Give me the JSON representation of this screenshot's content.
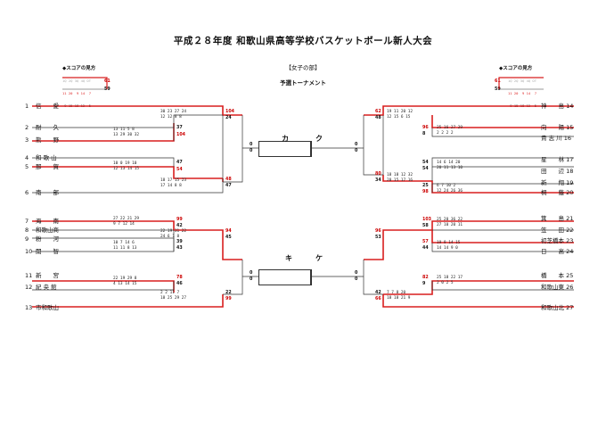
{
  "header": {
    "title": "平成２８年度 和歌山県高等学校バスケットボール新人大会",
    "division": "【女子の部】",
    "round": "予選トーナメント"
  },
  "legend": {
    "title": "◆スコアの見方",
    "row1": "1Q 2Q 3Q 4Q OT",
    "row2": "11 20  9 14  7",
    "row3": " 9 15 18 12  5",
    "tot_top": "61",
    "tot_bottom": "59"
  },
  "left_teams": [
    {
      "num": "1",
      "name": "信　　愛"
    },
    {
      "num": "2",
      "name": "耐　　久"
    },
    {
      "num": "3",
      "name": "熊　　野"
    },
    {
      "num": "4",
      "name": "和 歌 山"
    },
    {
      "num": "5",
      "name": "那　　賀"
    },
    {
      "num": "6",
      "name": "南　　部"
    },
    {
      "num": "7",
      "name": "海　　南"
    },
    {
      "num": "8",
      "name": "和歌山商"
    },
    {
      "num": "9",
      "name": "粉　　河"
    },
    {
      "num": "10",
      "name": "開　　智"
    },
    {
      "num": "11",
      "name": "新　　宮"
    },
    {
      "num": "12",
      "name": "紀 央 館"
    },
    {
      "num": "13",
      "name": "市和歌山"
    }
  ],
  "right_teams": [
    {
      "num": "14",
      "name": "神　　島"
    },
    {
      "num": "15",
      "name": "向　　陽"
    },
    {
      "num": "16",
      "name": "貴 志 川"
    },
    {
      "num": "17",
      "name": "星　　林"
    },
    {
      "num": "18",
      "name": "田　　辺"
    },
    {
      "num": "19",
      "name": "新　　翔"
    },
    {
      "num": "20",
      "name": "桐　　蔭"
    },
    {
      "num": "21",
      "name": "箕　　島"
    },
    {
      "num": "22",
      "name": "笠　　田"
    },
    {
      "num": "23",
      "name": "初芝橋本"
    },
    {
      "num": "24",
      "name": "日　　高"
    },
    {
      "num": "25",
      "name": "橋　　本"
    },
    {
      "num": "26",
      "name": "和歌山東"
    },
    {
      "num": "27",
      "name": "和歌山北"
    }
  ],
  "groups": {
    "top_left": "カ",
    "top_right": "ク",
    "bottom_left": "キ",
    "bottom_right": "ケ"
  },
  "games": [
    {
      "id": "L-2v3",
      "q1": "13 11  5  8",
      "q2": "13 29 30 32",
      "t1": "37",
      "t2": "104"
    },
    {
      "id": "L-1v3",
      "q1": "30 23 27 24",
      "q2": "12 12  8  8",
      "t1": "104",
      "t2": "24"
    },
    {
      "id": "L-4v5",
      "q1": "10  0 19 10",
      "q2": "12 13 14 15",
      "t1": "47",
      "t2": "54"
    },
    {
      "id": "L-5v6",
      "q1": "18 17 15 23",
      "q2": "17 14  8  8",
      "t1": "48",
      "t2": "47"
    },
    {
      "id": "L-7v8",
      "q1": "27 22 21 29",
      "q2": " 9  7 12 14",
      "t1": "99",
      "t2": "42"
    },
    {
      "id": "L-9v10",
      "q1": "10  7 14  6",
      "q2": "11 11  8 13",
      "t1": "39",
      "t2": "43"
    },
    {
      "id": "L-7v10",
      "q1": "22 19 31 22",
      "q2": "24  6  1  8",
      "t1": "94",
      "t2": "45"
    },
    {
      "id": "L-11v12",
      "q1": "22 19 29  8",
      "q2": " 4 13 14 15",
      "t1": "78",
      "t2": "46"
    },
    {
      "id": "L-11v13",
      "q1": " 2  2 11  7",
      "q2": "18 25 29 27",
      "t1": "22",
      "t2": "99"
    },
    {
      "id": "R-14v16",
      "q1": "19 11 20 12",
      "q2": "12 15  6 15",
      "t1": "62",
      "t2": "48"
    },
    {
      "id": "R-15v16",
      "q1": "25 16 27 29",
      "q2": " 2  2  2  2",
      "t1": "96",
      "t2": "8"
    },
    {
      "id": "R-17v18",
      "q1": "14  6 14 20",
      "q2": "20 11 13 10",
      "t1": "54",
      "t2": "54"
    },
    {
      "id": "R-19v20",
      "q1": " 6  7 10  2",
      "q2": "12 24 26 36",
      "t1": "25",
      "t2": "98"
    },
    {
      "id": "R-17v20",
      "q1": "18 18 12 32",
      "q2": "20 15 17 16",
      "t1": "80",
      "t2": "34"
    },
    {
      "id": "R-21v22",
      "q1": "25 20 36 22",
      "q2": "27 10 20 11",
      "t1": "103",
      "t2": "58"
    },
    {
      "id": "R-23v24",
      "q1": "19  9 14 15",
      "q2": "14 14  9  0",
      "t1": "57",
      "t2": "44"
    },
    {
      "id": "R-21v23",
      "q1": "",
      "q2": "",
      "t1": "96",
      "t2": "53"
    },
    {
      "id": "R-25v26",
      "q1": "25 18 22 17",
      "q2": " 2  0  2  5",
      "t1": "82",
      "t2": "9"
    },
    {
      "id": "R-25v27",
      "q1": " 7  7  8 20",
      "q2": "18 18 21  9",
      "t1": "42",
      "t2": "66"
    }
  ],
  "center_scores": {
    "top_l": "0",
    "top_r": "0",
    "bot_l": "0",
    "bot_r": "0"
  }
}
